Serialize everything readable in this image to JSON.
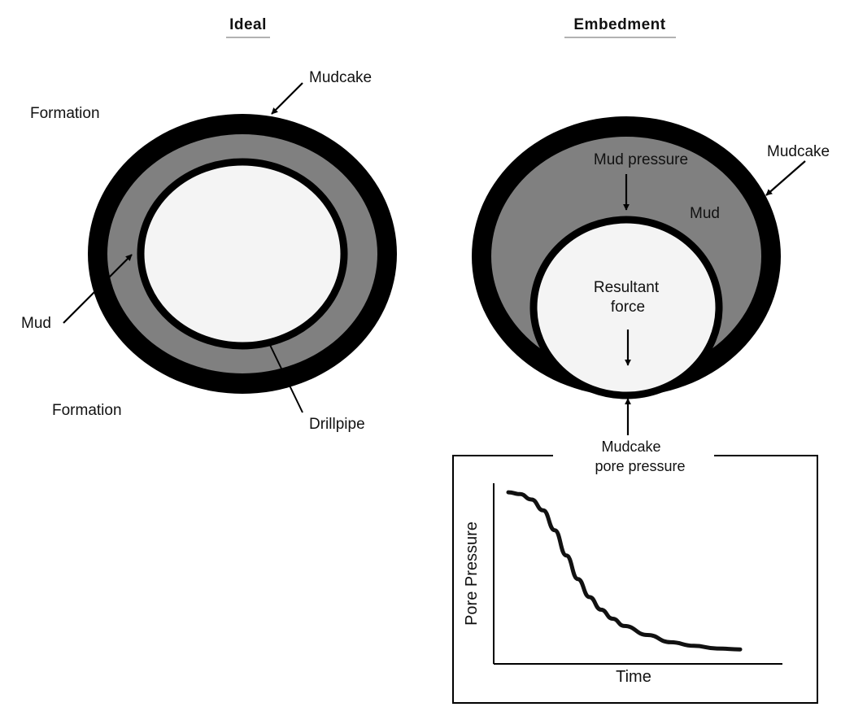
{
  "headings": {
    "ideal": "Ideal",
    "embedment": "Embedment"
  },
  "ideal": {
    "formation_top": "Formation",
    "formation_bottom": "Formation",
    "mudcake": "Mudcake",
    "mud": "Mud",
    "drillpipe": "Drillpipe"
  },
  "embedment": {
    "mud_pressure": "Mud pressure",
    "mud": "Mud",
    "mudcake": "Mudcake",
    "resultant_force_line1": "Resultant",
    "resultant_force_line2": "force",
    "mudcake_pore_pressure_line1": "Mudcake",
    "mudcake_pore_pressure_line2": "pore pressure"
  },
  "colors": {
    "mudcake": "#000000",
    "mud": "#808080",
    "drillpipe": "#f4f4f4"
  },
  "chart_data": {
    "type": "line",
    "xlabel": "Time",
    "ylabel": "Pore Pressure",
    "grid": false,
    "series": [
      {
        "x": [
          0,
          0.05,
          0.1,
          0.15,
          0.2,
          0.25,
          0.3,
          0.35,
          0.4,
          0.45,
          0.5,
          0.6,
          0.7,
          0.8,
          0.9,
          1.0
        ],
        "y": [
          0.95,
          0.94,
          0.91,
          0.85,
          0.74,
          0.6,
          0.47,
          0.37,
          0.3,
          0.25,
          0.21,
          0.16,
          0.12,
          0.1,
          0.085,
          0.08
        ]
      }
    ]
  }
}
